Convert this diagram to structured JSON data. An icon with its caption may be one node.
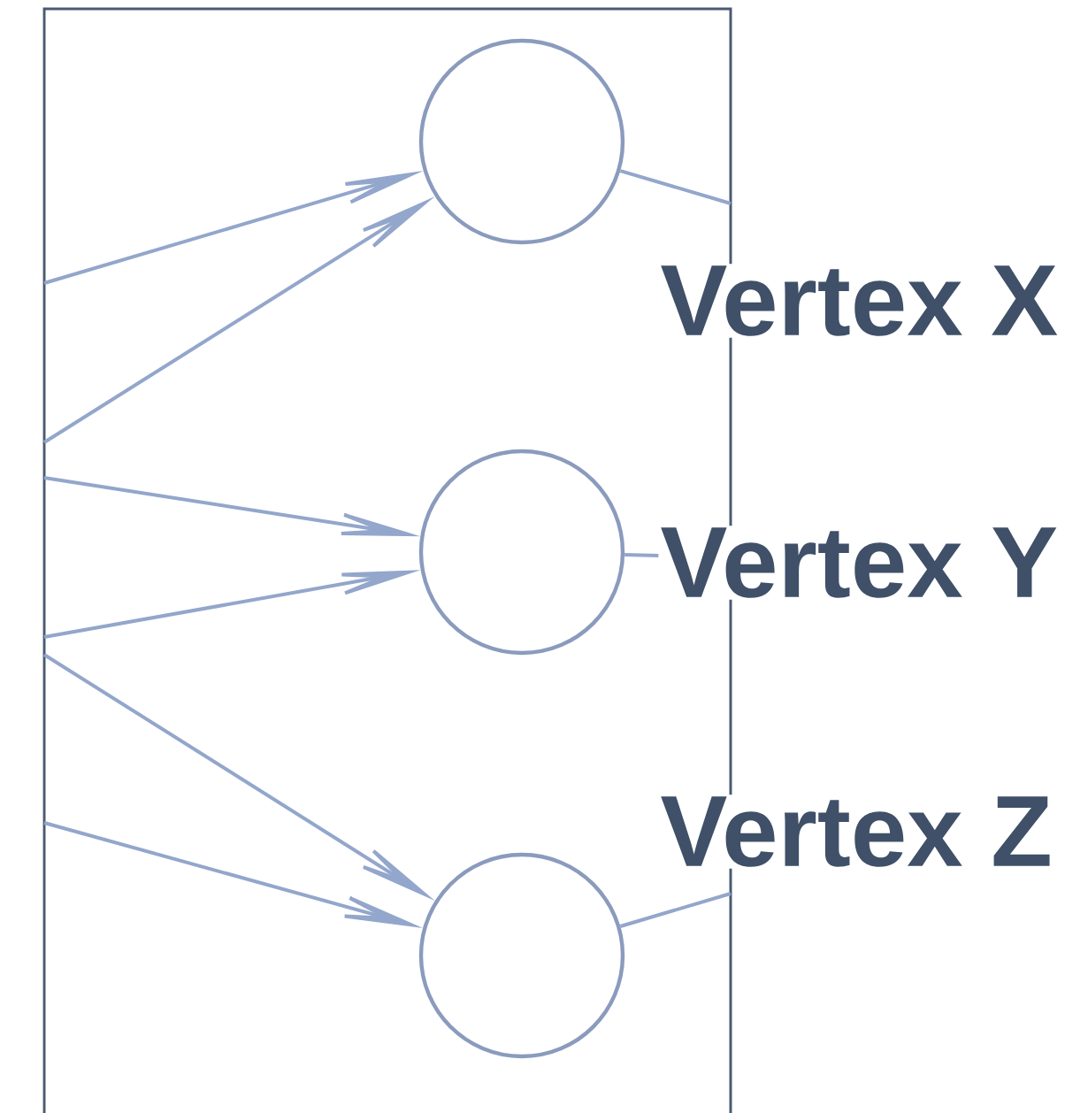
{
  "diagram": {
    "nodes": [
      {
        "text": [],
        "shape": "circle",
        "beside": [
          "Vertex X"
        ]
      },
      {
        "text": [],
        "shape": "circle",
        "beside": [
          "Vertex Y"
        ]
      },
      {
        "text": [],
        "shape": "circle",
        "beside": [
          "Vertex Z"
        ]
      }
    ],
    "edges": [
      {
        "from": null,
        "to": 0,
        "arrow": "to"
      },
      {
        "from": null,
        "to": 0,
        "arrow": "to"
      },
      {
        "from": null,
        "to": 1,
        "arrow": "to"
      },
      {
        "from": null,
        "to": 1,
        "arrow": "to"
      },
      {
        "from": null,
        "to": 2,
        "arrow": "to"
      },
      {
        "from": null,
        "to": 2,
        "arrow": "to"
      },
      {
        "from": 0,
        "to": null,
        "arrow": "none"
      },
      {
        "from": 1,
        "to": null,
        "arrow": "none"
      },
      {
        "from": 2,
        "to": null,
        "arrow": "none"
      }
    ]
  }
}
